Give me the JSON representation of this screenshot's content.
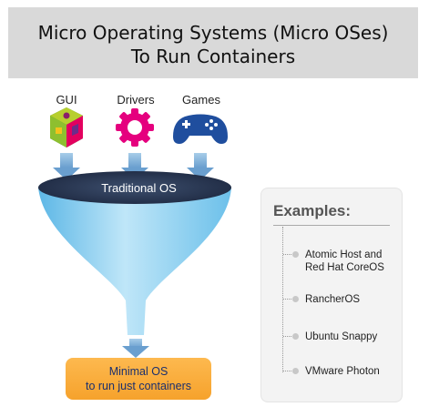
{
  "title": {
    "line1": "Micro Operating Systems (Micro OSes)",
    "line2": "To Run Containers"
  },
  "inputs": [
    {
      "label": "GUI",
      "icon": "cube-icon",
      "color": "#b7cf2e"
    },
    {
      "label": "Drivers",
      "icon": "gear-icon",
      "color": "#e5007e"
    },
    {
      "label": "Games",
      "icon": "gamepad-icon",
      "color": "#1f4e9e"
    }
  ],
  "funnel": {
    "top_label": "Traditional OS",
    "top_color": "#2b3a55",
    "body_color": "#86cdee"
  },
  "output": {
    "line1": "Minimal OS",
    "line2": "to run just containers",
    "color": "#f7a933"
  },
  "examples": {
    "title": "Examples:",
    "items": [
      {
        "line1": "Atomic Host and",
        "line2": "Red Hat CoreOS"
      },
      {
        "line1": "RancherOS",
        "line2": ""
      },
      {
        "line1": "Ubuntu Snappy",
        "line2": ""
      },
      {
        "line1": "VMware Photon",
        "line2": ""
      }
    ]
  },
  "arrow_color": "#7fb3d8"
}
